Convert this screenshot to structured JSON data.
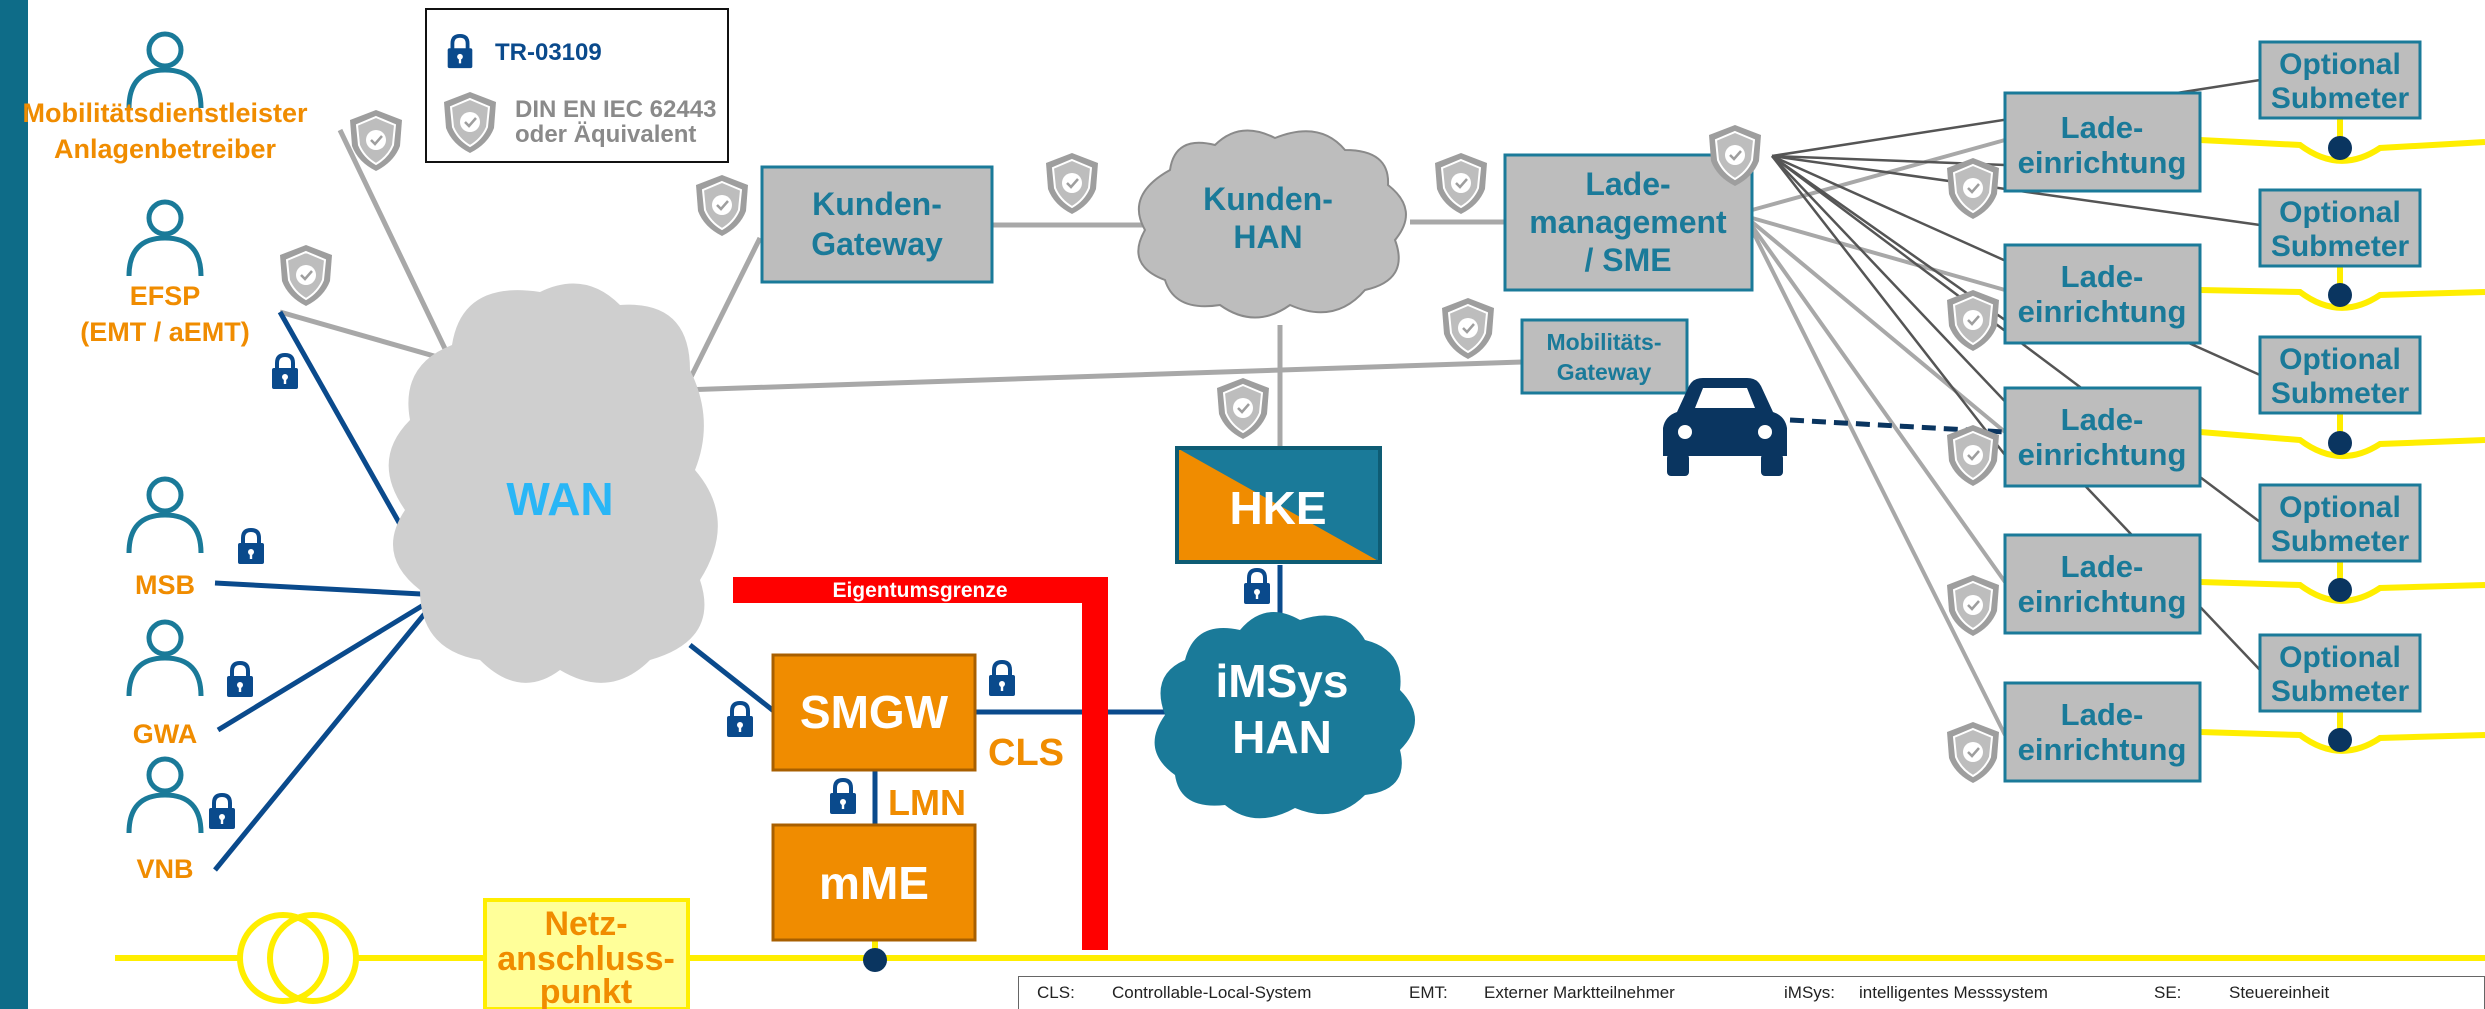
{
  "colors": {
    "teal": "#1a7a99",
    "orange": "#f08c00",
    "navy": "#0a4a8c",
    "grey_box": "#bdbdbd",
    "yellow": "#ffee00",
    "red": "#ff0000",
    "wan_text": "#29b6f6"
  },
  "legend": {
    "lock_label": "TR-03109",
    "shield_label_1": "DIN EN IEC 62443",
    "shield_label_2": "oder Äquivalent"
  },
  "actors": {
    "mobility_1": "Mobilitätsdienstleister",
    "mobility_2": "Anlagenbetreiber",
    "efsp_1": "EFSP",
    "efsp_2": "(EMT / aEMT)",
    "msb": "MSB",
    "gwa": "GWA",
    "vnb": "VNB"
  },
  "nodes": {
    "wan": "WAN",
    "kunden_gateway_1": "Kunden-",
    "kunden_gateway_2": "Gateway",
    "kunden_han_1": "Kunden-",
    "kunden_han_2": "HAN",
    "lademanagement_1": "Lade-",
    "lademanagement_2": "management",
    "lademanagement_3": "/ SME",
    "mobilitaets_gateway_1": "Mobilitäts-",
    "mobilitaets_gateway_2": "Gateway",
    "hke": "HKE",
    "imsys_1": "iMSys",
    "imsys_2": "HAN",
    "smgw": "SMGW",
    "mme": "mME",
    "cls": "CLS",
    "lmn": "LMN",
    "eigentumsgrenze": "Eigentumsgrenze",
    "netz_1": "Netz-",
    "netz_2": "anschluss-",
    "netz_3": "punkt",
    "lade_1": "Lade-",
    "lade_2": "einrichtung",
    "sub_1": "Optional",
    "sub_2": "Submeter"
  },
  "abbreviations": [
    {
      "key": "CLS:",
      "value": "Controllable-Local-System"
    },
    {
      "key": "EMT:",
      "value": "Externer Marktteilnehmer"
    },
    {
      "key": "iMSys:",
      "value": "intelligentes Messsystem"
    },
    {
      "key": "SE:",
      "value": "Steuereinheit"
    }
  ]
}
